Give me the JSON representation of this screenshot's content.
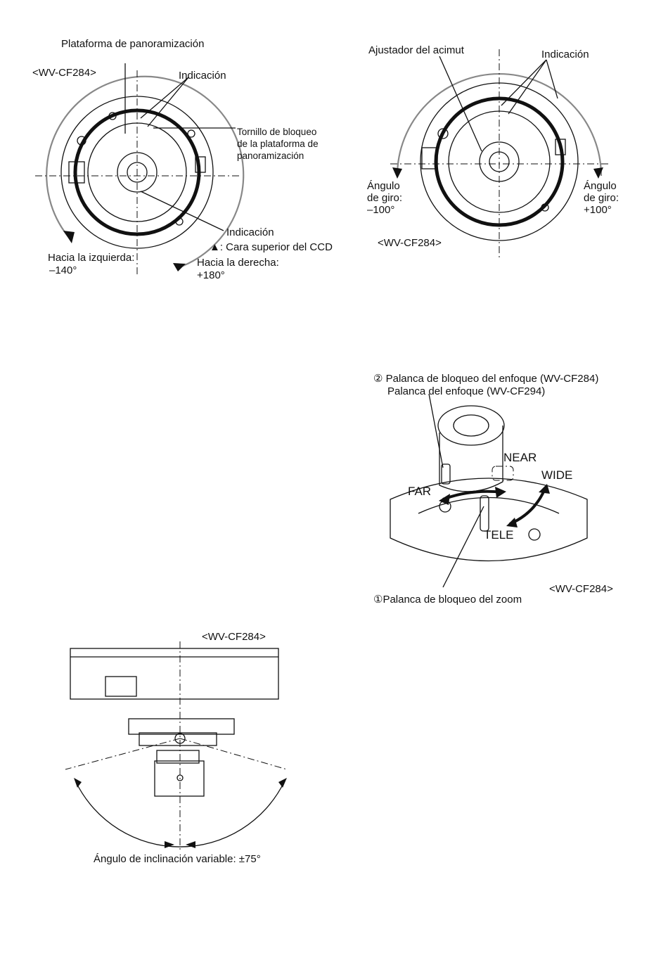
{
  "fig1": {
    "model": "<WV-CF284>",
    "pan_platform": "Plataforma de panoramización",
    "indication_top": "Indicación",
    "lock_screw_l1": "Tornillo de bloqueo",
    "lock_screw_l2": "de la plataforma de",
    "lock_screw_l3": "panoramización",
    "indication_bottom": "Indicación",
    "ccd_note": "▲: Cara superior del CCD",
    "left_dir": "Hacia la izquierda:",
    "left_val": "–140°",
    "right_dir": "Hacia la derecha:",
    "right_val": "+180°"
  },
  "fig2": {
    "azimuth": "Ajustador del acimut",
    "indication": "Indicación",
    "left_l1": "Ángulo",
    "left_l2": "de giro:",
    "left_l3": "–100°",
    "right_l1": "Ángulo",
    "right_l2": "de giro:",
    "right_l3": "+100°",
    "model": "<WV-CF284>"
  },
  "fig3": {
    "focus_l1": "② Palanca de bloqueo del enfoque (WV-CF284)",
    "focus_l2": "Palanca del enfoque (WV-CF294)",
    "near": "NEAR",
    "wide": "WIDE",
    "far": "FAR",
    "tele": "TELE",
    "model": "<WV-CF284>",
    "zoom_lever": "①Palanca de bloqueo del zoom"
  },
  "fig4": {
    "model": "<WV-CF284>",
    "tilt": "Ángulo de inclinación variable: ±75°"
  }
}
